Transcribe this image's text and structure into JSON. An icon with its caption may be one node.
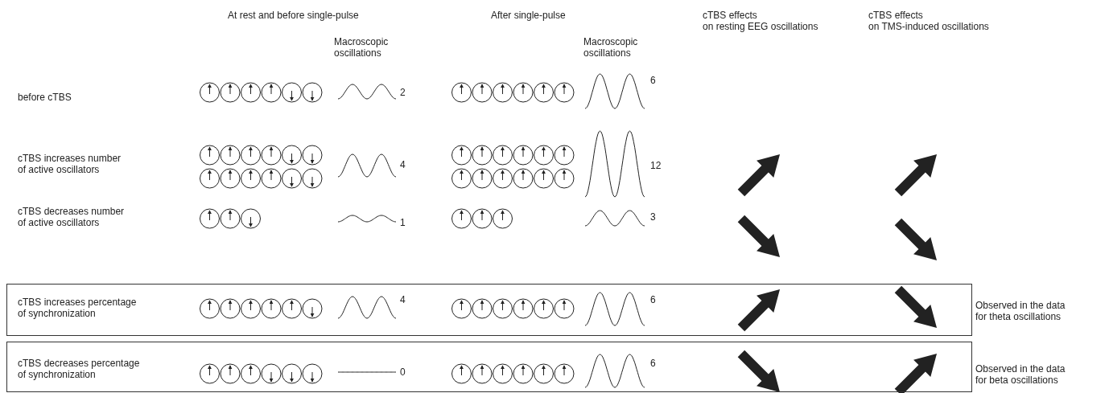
{
  "diagram": {
    "nodes": [
      {
        "text": [
          "cTBS increases percentage of synchronization",
          "4",
          "6"
        ],
        "beside": [
          "Observed in the data for theta oscillations"
        ]
      },
      {
        "text": [
          "cTBS decreases percentage of synchronization",
          "0",
          "6"
        ],
        "beside": [
          "Observed in the data for beta oscillations"
        ]
      }
    ],
    "labels": [
      "At rest and before single-pulse",
      "After single-pulse",
      "cTBS effects on resting EEG oscillations",
      "cTBS effects on TMS-induced oscillations",
      "Macroscopic oscillations",
      "Macroscopic oscillations",
      "before cTBS",
      "2",
      "6",
      "cTBS increases number of active oscillators",
      "4",
      "12",
      "cTBS decreases number of active oscillators",
      "1",
      "3"
    ]
  }
}
